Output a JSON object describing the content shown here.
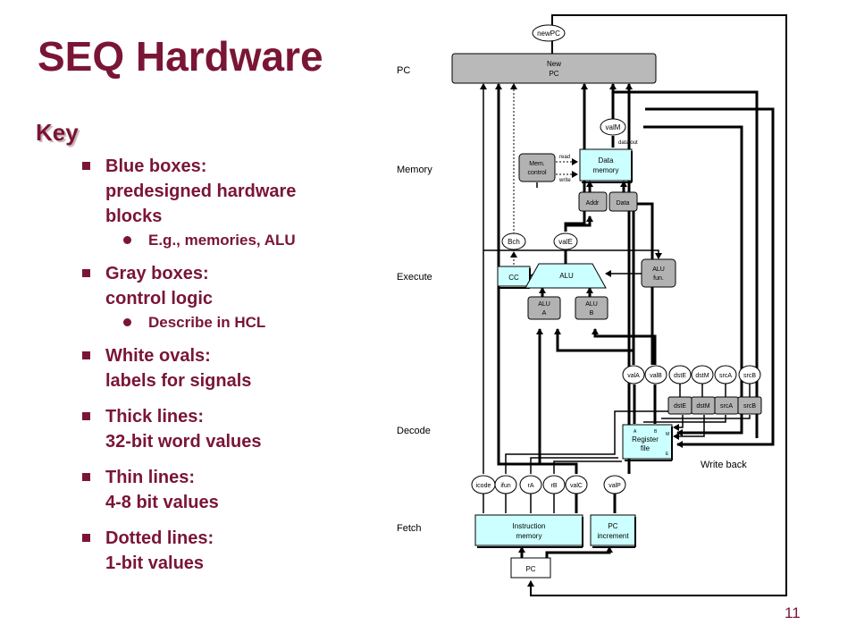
{
  "slide": {
    "title": "SEQ Hardware",
    "key_heading": "Key",
    "bullets": [
      {
        "text": "Blue boxes:\npredesigned hardware\nblocks",
        "sub": "E.g., memories, ALU"
      },
      {
        "text": "Gray boxes:\ncontrol logic",
        "sub": "Describe in HCL"
      },
      {
        "text": "White ovals:\nlabels for signals",
        "sub": ""
      },
      {
        "text": "Thick lines:\n32-bit word values",
        "sub": ""
      },
      {
        "text": "Thin lines:\n4-8 bit values",
        "sub": ""
      },
      {
        "text": "Dotted lines:\n1-bit values",
        "sub": ""
      }
    ],
    "page_number": "11"
  },
  "diagram": {
    "stages": {
      "pc": "PC",
      "memory": "Memory",
      "execute": "Execute",
      "decode": "Decode",
      "fetch": "Fetch"
    },
    "new_pc": {
      "line1": "New",
      "line2": "PC"
    },
    "oval_newpc": "newPC",
    "oval_valm": "valM",
    "data_out": "data out",
    "mem_control": {
      "line1": "Mem.",
      "line2": "control"
    },
    "read": "read",
    "write": "write",
    "data_memory": {
      "line1": "Data",
      "line2": "memory"
    },
    "addr": "Addr",
    "data": "Data",
    "oval_bch": "Bch",
    "oval_vale": "valE",
    "cc": "CC",
    "alu": "ALU",
    "alu_fun": {
      "line1": "ALU",
      "line2": "fun."
    },
    "alu_a": {
      "line1": "ALU",
      "line2": "A"
    },
    "alu_b": {
      "line1": "ALU",
      "line2": "B"
    },
    "decode_ovals": [
      "valA",
      "valB",
      "dstE",
      "dstM",
      "srcA",
      "srcB"
    ],
    "decode_boxes": [
      "dstE",
      "dstM",
      "srcA",
      "srcB"
    ],
    "register_file": {
      "line1": "Register",
      "line2": "file"
    },
    "reg_ports": {
      "a": "A",
      "b": "B",
      "m": "M",
      "e": "E"
    },
    "write_back": "Write back",
    "fetch_ovals": [
      "icode",
      "ifun",
      "rA",
      "rB",
      "valC"
    ],
    "oval_valp": "valP",
    "instruction_memory": {
      "line1": "Instruction",
      "line2": "memory"
    },
    "pc_increment": {
      "line1": "PC",
      "line2": "increment"
    },
    "pc_box": "PC"
  },
  "colors": {
    "title": "#7a1535",
    "blue_box": "#ccffff",
    "gray_box": "#b2b2b2",
    "pc_bar": "#b9b9b9"
  }
}
